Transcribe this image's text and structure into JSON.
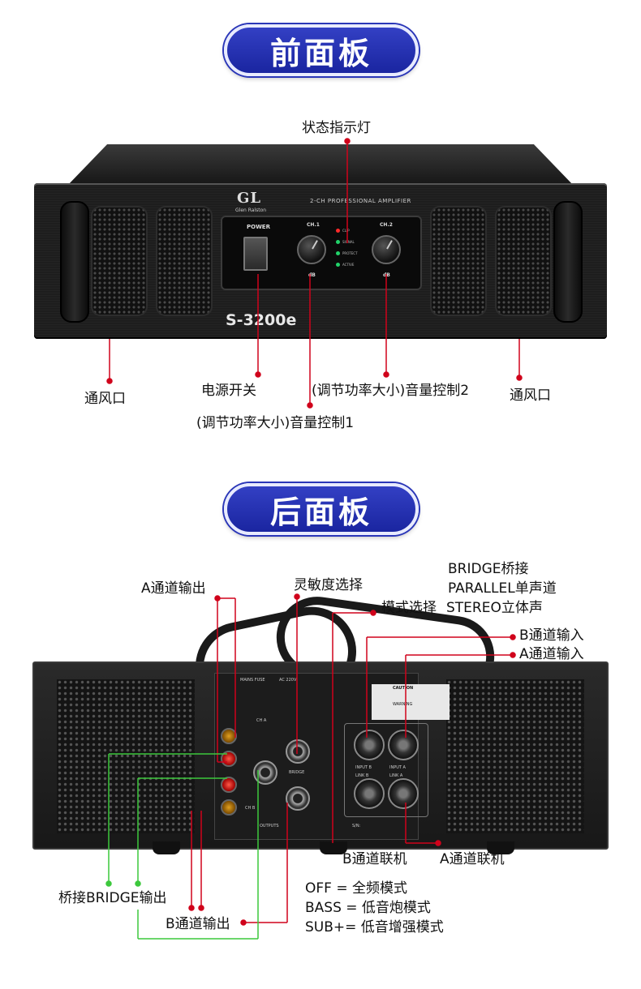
{
  "front": {
    "title": "前面板",
    "labels": {
      "status_led": "状态指示灯",
      "vent_left": "通风口",
      "power_switch": "电源开关",
      "volume2": "(调节功率大小)音量控制2",
      "vent_right": "通风口",
      "volume1": "(调节功率大小)音量控制1"
    },
    "device": {
      "brand": "GL",
      "brand_sub": "Glen Ralston",
      "header": "2-CH PROFESSIONAL AMPLIFIER",
      "power": "POWER",
      "ch1": "CH.1",
      "ch2": "CH.2",
      "db": "dB",
      "led_clip": "CLIP",
      "led_signal": "SIGNAL",
      "led_protect": "PROTECT",
      "led_active": "ACTIVE",
      "model": "S-3200e"
    }
  },
  "rear": {
    "title": "后面板",
    "labels": {
      "a_out": "A通道输出",
      "sensitivity": "灵敏度选择",
      "mode_options_1": "BRIDGE桥接",
      "mode_options_2": "PARALLEL单声道",
      "mode_select": "模式选择",
      "mode_options_3": "STEREO立体声",
      "b_in": "B通道输入",
      "a_in": "A通道输入",
      "b_link": "B通道联机",
      "a_link": "A通道联机",
      "bridge_out": "桥接BRIDGE输出",
      "b_out": "B通道输出",
      "freq_off": "OFF = 全频模式",
      "freq_bass": "BASS = 低音炮模式",
      "freq_sub": "SUB+= 低音增强模式"
    },
    "device": {
      "caution": "CAUTION",
      "warning": "WARNING",
      "input_b": "INPUT B",
      "input_a": "INPUT A",
      "link_b": "LINK B",
      "link_a": "LINK A",
      "mains_fuse": "MAINS FUSE",
      "ac": "AC 220V",
      "ch_a": "CH A",
      "ch_b": "CH B",
      "bridge": "BRIDGE",
      "outputs": "OUTPUTS",
      "sn": "S/N:"
    }
  },
  "colors": {
    "pill": "#2a36b8",
    "leader_red": "#d0021b",
    "leader_green": "#3cc83c"
  }
}
